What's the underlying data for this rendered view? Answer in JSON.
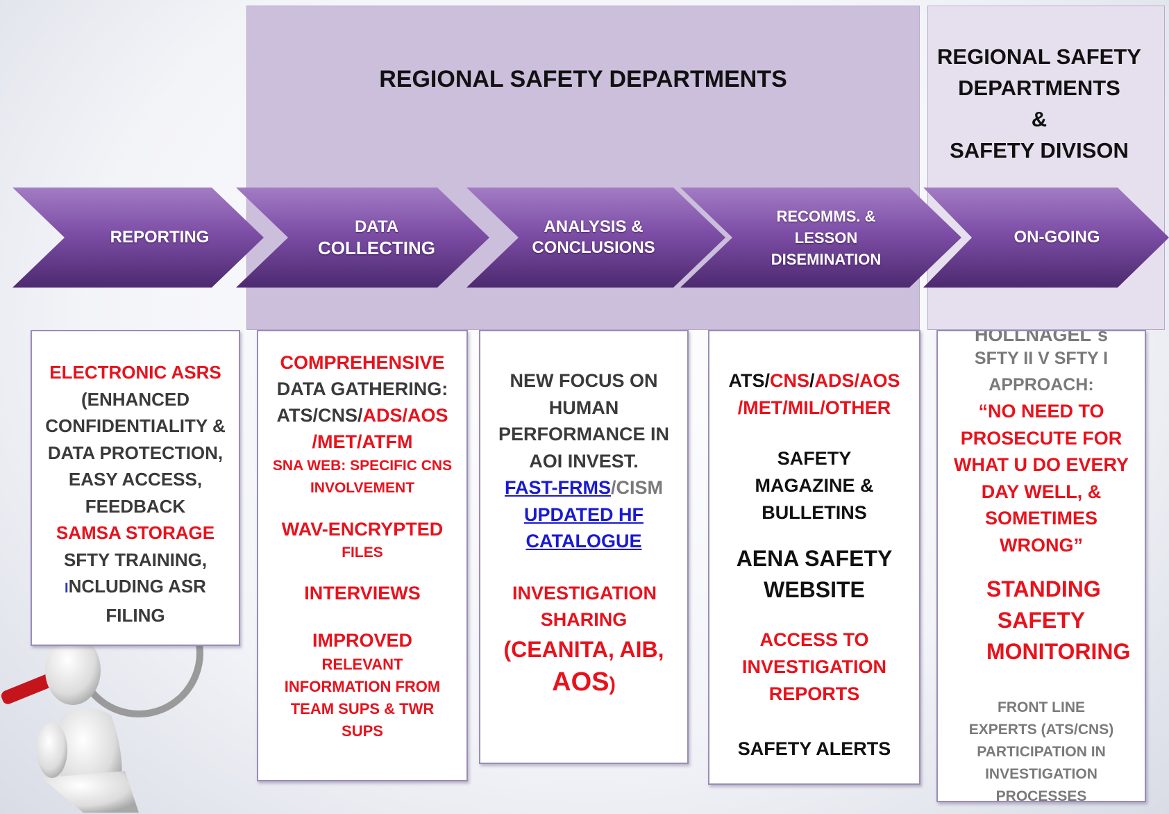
{
  "regions": {
    "main_title": "REGIONAL SAFETY DEPARTMENTS",
    "right_title_lines": [
      "REGIONAL SAFETY",
      "DEPARTMENTS",
      "&",
      "SAFETY DIVISON"
    ]
  },
  "process_steps": [
    {
      "line1": "REPORTING",
      "line2": "",
      "line3": ""
    },
    {
      "line1": "DATA",
      "line2": "COLLECTING",
      "line3": ""
    },
    {
      "line1": "ANALYSIS &",
      "line2": "CONCLUSIONS",
      "line3": ""
    },
    {
      "line1": "RECOMMS. &",
      "line2": "LESSON",
      "line3": "DISEMINATION"
    },
    {
      "line1": "ON-GOING",
      "line2": "",
      "line3": ""
    }
  ],
  "boxes": {
    "reporting": {
      "asrs": "ELECTRONIC ASRS",
      "enhanced": "(ENHANCED CONFIDENTIALITY & DATA PROTECTION, EASY ACCESS, FEEDBACK",
      "samsa": "SAMSA STORAGE",
      "training": "SFTY TRAINING,",
      "including_i": "I",
      "including_rest": "NCLUDING ASR FILING"
    },
    "data": {
      "comprehensive": "COMPREHENSIVE",
      "gathering": "DATA GATHERING:",
      "ats_cns": "ATS/CNS/",
      "ads_aos": "ADS/AOS",
      "met_atfm": "/MET/ATFM",
      "sna": "SNA WEB: SPECIFIC CNS INVOLVEMENT",
      "wav": "WAV-ENCRYPTED",
      "files": "FILES",
      "interviews": "INTERVIEWS",
      "improved": "IMPROVED",
      "relevant": "RELEVANT INFORMATION FROM TEAM SUPS & TWR SUPS"
    },
    "analysis": {
      "focus": "NEW FOCUS ON HUMAN PERFORMANCE IN AOI INVEST.",
      "fast": "FAST-FRMS",
      "cism": "/CISM",
      "updated": "UPDATED HF CATALOGUE",
      "investigation": "INVESTIGATION SHARING",
      "ceanita": "(CEANITA, AIB,",
      "aos": "AOS",
      "aos_close": ")"
    },
    "recomms": {
      "ats": "ATS/",
      "cns": "CNS",
      "slash": "/",
      "ads_aos": "ADS/AOS",
      "met_mil": "/MET/MIL/OTHER",
      "magazine": "SAFETY MAGAZINE & BULLETINS",
      "website": "AENA SAFETY WEBSITE",
      "access": "ACCESS TO INVESTIGATION REPORTS",
      "alerts": "SAFETY ALERTS"
    },
    "ongoing": {
      "hollnagel": "HOLLNAGEL´s",
      "approach": "SFTY II V SFTY I APPROACH:",
      "quote": "“NO NEED TO PROSECUTE FOR WHAT U DO EVERY DAY WELL, & SOMETIMES WRONG”",
      "standing": "STANDING SAFETY MONITORING",
      "frontline": "FRONT LINE EXPERTS (ATS/CNS) PARTICIPATION IN INVESTIGATION PROCESSES"
    }
  },
  "colors": {
    "chevron": "#7b4aa3",
    "region_main": "#cbbfdc",
    "highlight_red": "#e8121c",
    "link_blue": "#1a1ad0"
  }
}
